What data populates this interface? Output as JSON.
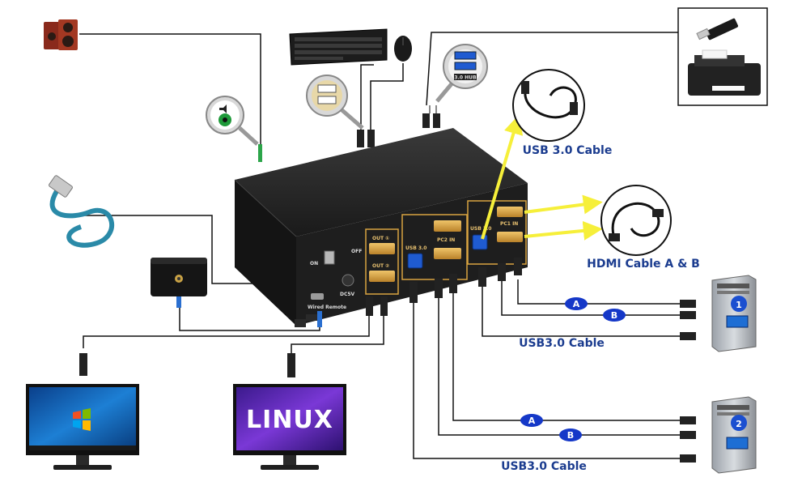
{
  "labels": {
    "usb3_cable_top": "USB 3.0 Cable",
    "hdmi_cable": "HDMI Cable A & B",
    "usb3_cable_pc1": "USB3.0 Cable",
    "usb3_cable_pc2": "USB3.0 Cable",
    "linux": "LINUX",
    "hub": "3.0 HUB"
  },
  "kvm": {
    "on": "ON",
    "off": "OFF",
    "out_a": "OUT ①",
    "out_b": "OUT ②",
    "usb30": "USB 3.0",
    "pc2_in": "PC2 IN",
    "pc1_in": "PC1 IN",
    "usb30_2": "USB 3.0",
    "wired_remote": "Wired Remote",
    "dc5v": "DC5V"
  },
  "badges": {
    "a": "A",
    "b": "B"
  },
  "computers": [
    {
      "number": "1"
    },
    {
      "number": "2"
    }
  ],
  "colors": {
    "kvm_body": "#1e1e1e",
    "port_gold": "#d9a441",
    "usb_blue": "#1f5bd1",
    "label_blue": "#1b3c8f",
    "badge_blue": "#1538c8",
    "arrow_yellow": "#f6ef3a",
    "cable_black": "#111111"
  },
  "icons": [
    "speaker-icon",
    "keyboard-icon",
    "mouse-icon",
    "usb-hub-icon",
    "usb-flash-drive-icon",
    "printer-icon",
    "usb-cable-icon",
    "hdmi-cable-icon",
    "audio-jack-icon",
    "usb-port-icon",
    "wired-remote-icon",
    "monitor-icon",
    "tower-pc-icon"
  ]
}
